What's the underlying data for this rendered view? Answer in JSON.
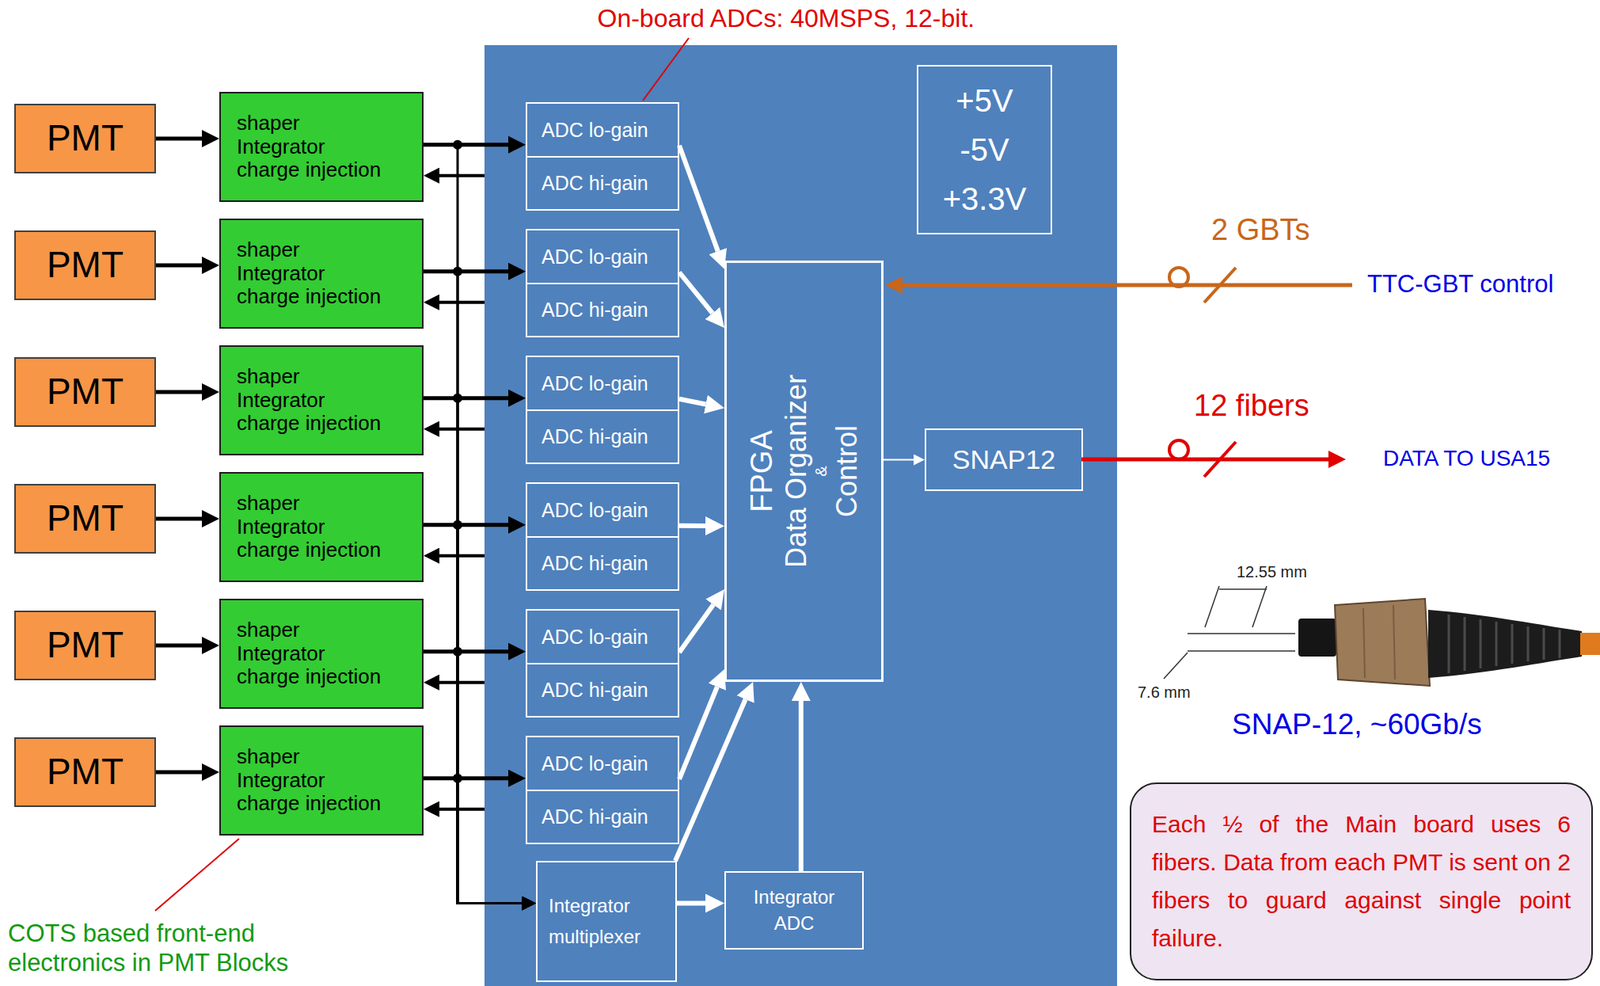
{
  "diagram": {
    "nodes": [
      {
        "text": [
          "PMT"
        ]
      },
      {
        "text": [
          "PMT"
        ]
      },
      {
        "text": [
          "PMT"
        ]
      },
      {
        "text": [
          "PMT"
        ]
      },
      {
        "text": [
          "PMT"
        ]
      },
      {
        "text": [
          "PMT"
        ]
      },
      {
        "text": [
          "shaper",
          "Integrator",
          "charge injection"
        ]
      },
      {
        "text": [
          "shaper",
          "Integrator",
          "charge injection"
        ]
      },
      {
        "text": [
          "shaper",
          "Integrator",
          "charge injection"
        ]
      },
      {
        "text": [
          "shaper",
          "Integrator",
          "charge injection"
        ]
      },
      {
        "text": [
          "shaper",
          "Integrator",
          "charge injection"
        ]
      },
      {
        "text": [
          "shaper",
          "Integrator",
          "charge injection"
        ]
      },
      {
        "text": []
      },
      {
        "text": [
          "ADC lo-gain",
          "ADC hi-gain"
        ],
        "in": 12
      },
      {
        "text": [
          "ADC lo-gain",
          "ADC hi-gain"
        ],
        "in": 12
      },
      {
        "text": [
          "ADC lo-gain",
          "ADC hi-gain"
        ],
        "in": 12
      },
      {
        "text": [
          "ADC lo-gain",
          "ADC hi-gain"
        ],
        "in": 12
      },
      {
        "text": [
          "ADC lo-gain",
          "ADC hi-gain"
        ],
        "in": 12
      },
      {
        "text": [
          "ADC lo-gain",
          "ADC hi-gain"
        ],
        "in": 12
      },
      {
        "text": [
          "+5V",
          "-5V",
          "+3.3V"
        ],
        "in": 12
      },
      {
        "text": [
          "FPGA",
          "Data Organizer",
          "&",
          "Control"
        ],
        "in": 12
      },
      {
        "text": [
          "SNAP12"
        ],
        "in": 12
      },
      {
        "text": [
          "Integrator multiplexer"
        ],
        "in": 12
      },
      {
        "text": [
          "Integrator ADC"
        ],
        "in": 12
      },
      {
        "text": [
          "Each ½ of the Main board uses 6 fibers. Data from each PMT is sent on 2 fibers to guard against single point failure."
        ]
      }
    ],
    "edges": [
      {
        "from": 0,
        "to": 6,
        "arrow": "to"
      },
      {
        "from": 1,
        "to": 7,
        "arrow": "to"
      },
      {
        "from": 2,
        "to": 8,
        "arrow": "to"
      },
      {
        "from": 3,
        "to": 9,
        "arrow": "to"
      },
      {
        "from": 4,
        "to": 10,
        "arrow": "to"
      },
      {
        "from": 5,
        "to": 11,
        "arrow": "to"
      },
      {
        "from": 12,
        "to": 6,
        "arrow": "to"
      },
      {
        "from": 12,
        "to": 7,
        "arrow": "to"
      },
      {
        "from": 12,
        "to": 8,
        "arrow": "to"
      },
      {
        "from": 12,
        "to": 9,
        "arrow": "to"
      },
      {
        "from": 12,
        "to": 10,
        "arrow": "to"
      },
      {
        "from": 12,
        "to": 11,
        "arrow": "to"
      },
      {
        "from": 6,
        "to": 13,
        "arrow": "to"
      },
      {
        "from": 7,
        "to": 14,
        "arrow": "to"
      },
      {
        "from": 8,
        "to": 15,
        "arrow": "to"
      },
      {
        "from": 9,
        "to": 16,
        "arrow": "to"
      },
      {
        "from": 10,
        "to": 17,
        "arrow": "to"
      },
      {
        "from": 11,
        "to": 18,
        "arrow": "to"
      },
      {
        "from": 6,
        "to": 22,
        "arrow": "to"
      },
      {
        "from": 7,
        "to": 22,
        "arrow": "to"
      },
      {
        "from": 8,
        "to": 22,
        "arrow": "to"
      },
      {
        "from": 9,
        "to": 22,
        "arrow": "to"
      },
      {
        "from": 10,
        "to": 22,
        "arrow": "to"
      },
      {
        "from": 11,
        "to": 22,
        "arrow": "to"
      },
      {
        "from": 13,
        "to": 20,
        "arrow": "to"
      },
      {
        "from": 14,
        "to": 20,
        "arrow": "to"
      },
      {
        "from": 15,
        "to": 20,
        "arrow": "to"
      },
      {
        "from": 16,
        "to": 20,
        "arrow": "to"
      },
      {
        "from": 17,
        "to": 20,
        "arrow": "to"
      },
      {
        "from": 18,
        "to": 20,
        "arrow": "to"
      },
      {
        "from": 22,
        "to": 20,
        "arrow": "to"
      },
      {
        "from": 22,
        "to": 23,
        "arrow": "to"
      },
      {
        "from": 23,
        "to": 20,
        "arrow": "to"
      },
      {
        "from": 20,
        "to": 21,
        "arrow": "to"
      }
    ],
    "labels": [
      "On-board ADCs: 40MSPS, 12-bit.",
      "2 GBTs",
      "TTC-GBT control",
      "12 fibers",
      "DATA TO USA15",
      "12.55 mm",
      "7.6 mm",
      "SNAP-12, ~60Gb/s",
      "COTS based front-end electronics in PMT Blocks"
    ]
  }
}
